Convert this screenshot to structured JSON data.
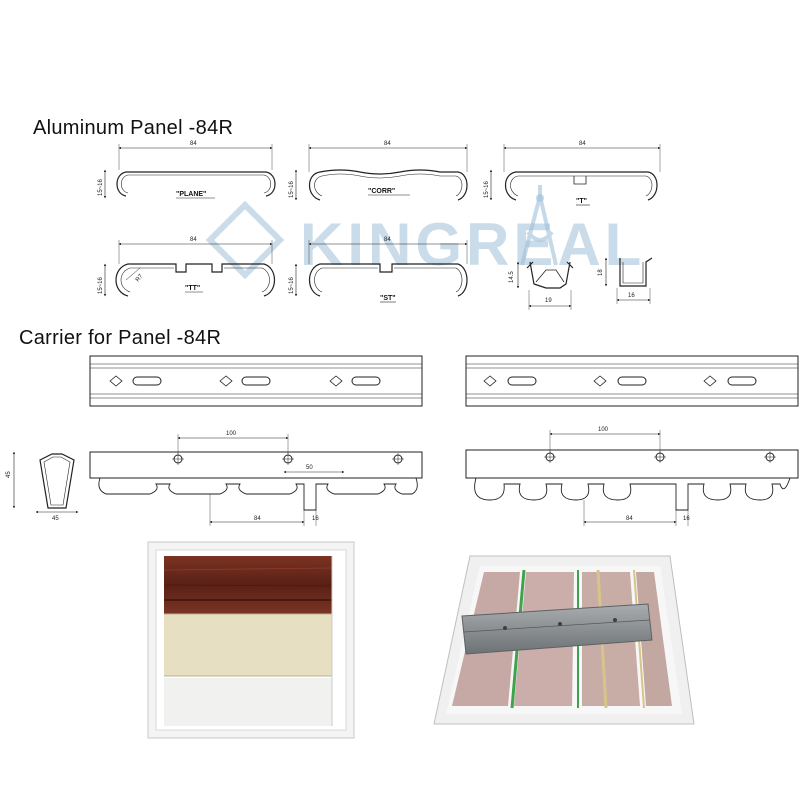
{
  "headings": {
    "panel": "Aluminum Panel -84R",
    "carrier": "Carrier for  Panel -84R"
  },
  "watermark": "KINGREAL",
  "profiles": {
    "plane": {
      "label": "\"PLANE\"",
      "width": "84",
      "height": "15~16"
    },
    "corr": {
      "label": "\"CORR\"",
      "width": "84",
      "height": "15~16"
    },
    "t": {
      "label": "\"T\"",
      "width": "84",
      "height": "15~16"
    },
    "tt": {
      "label": "\"TT\"",
      "width": "84",
      "height": "15~16",
      "radius": "R7"
    },
    "st": {
      "label": "\"ST\"",
      "width": "84",
      "height": "15~16"
    }
  },
  "clip_a": {
    "height": "14.5",
    "width": "19"
  },
  "clip_b": {
    "height": "18",
    "width": "16"
  },
  "carrier_section": {
    "height": "45",
    "width": "45"
  },
  "carrier_left": {
    "pitch_top": "100",
    "slot_width": "50",
    "pitch_bottom": "84",
    "gap": "16"
  },
  "carrier_right": {
    "pitch_top": "100",
    "pitch_bottom": "84",
    "gap": "16"
  },
  "colors": {
    "line": "#222222",
    "watermark": "#9fc0d8",
    "wood": "#6e2a1c",
    "cream": "#e8e0c2",
    "frame": "#f2f2f2",
    "rail": "#8b8f92",
    "pink": "#c9a8a4"
  }
}
